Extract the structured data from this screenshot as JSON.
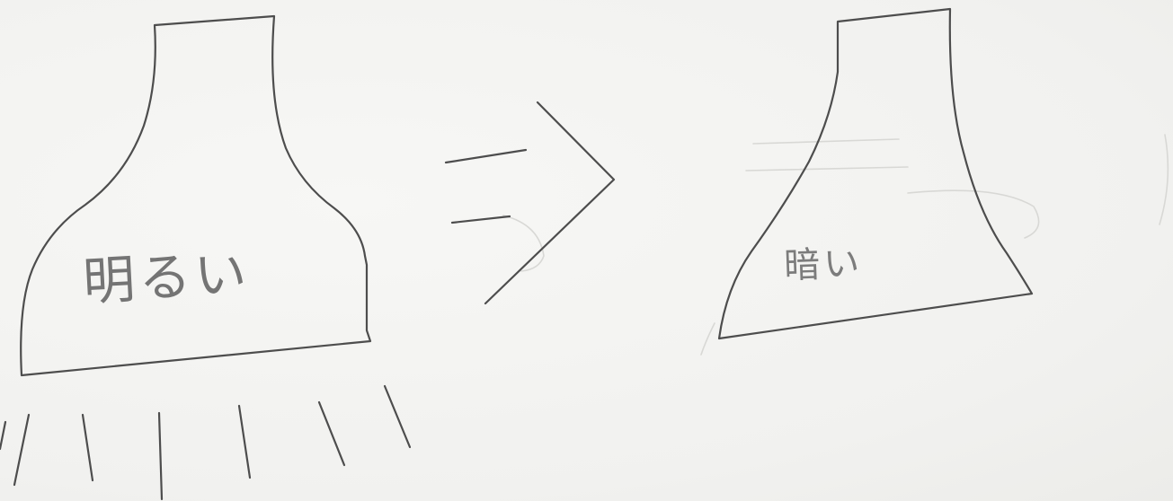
{
  "diagram": {
    "left_shape": {
      "label": "明るい",
      "has_light_rays": true,
      "ray_count": 7
    },
    "arrow": {
      "icon": "implies-arrow-icon"
    },
    "right_shape": {
      "label": "暗い",
      "has_light_rays": false
    }
  },
  "colors": {
    "paper": "#f4f4f2",
    "pencil": "#4d4d4d"
  }
}
